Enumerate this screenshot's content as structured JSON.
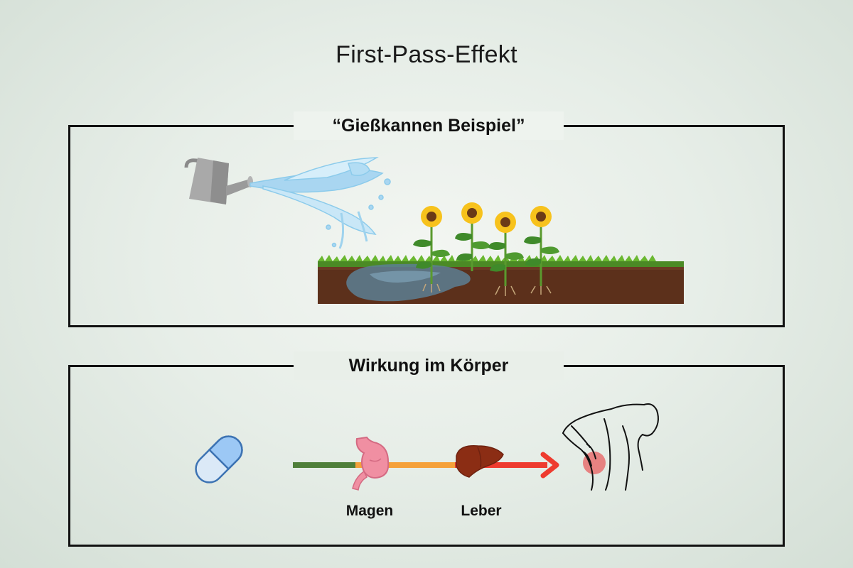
{
  "title": "First-Pass-Effekt",
  "panel_watering": {
    "heading": "“Gießkannen Beispiel”"
  },
  "panel_body": {
    "heading": "Wirkung im Körper",
    "stomach_label": "Magen",
    "liver_label": "Leber"
  },
  "colors": {
    "arrow_green": "#4f7f3a",
    "arrow_orange": "#f5a13a",
    "arrow_red": "#ee3b2f",
    "capsule_blue": "#9cc8f5",
    "soil": "#6b3a22",
    "grass": "#6ab830"
  }
}
